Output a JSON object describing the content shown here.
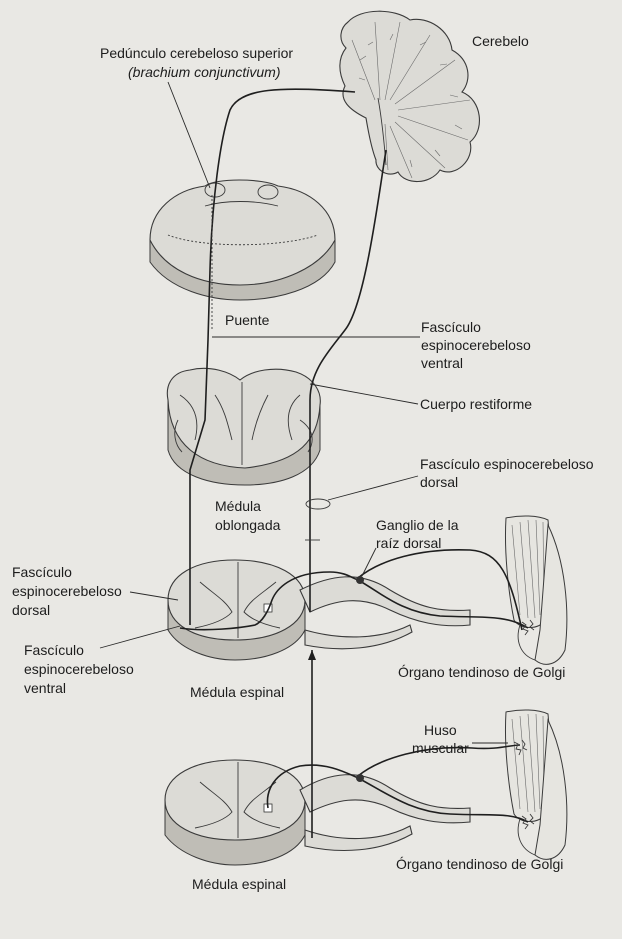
{
  "labels": {
    "cerebelo": "Cerebelo",
    "pedunculo_line1": "Pedúnculo cerebeloso superior",
    "pedunculo_line2": "(brachium conjunctivum)",
    "puente": "Puente",
    "fasciculo_ventral_right_1": "Fascículo",
    "fasciculo_ventral_right_2": "espinocerebeloso",
    "fasciculo_ventral_right_3": "ventral",
    "cuerpo_restiforme": "Cuerpo restiforme",
    "fasciculo_dorsal_right_1": "Fascículo espinocerebeloso",
    "fasciculo_dorsal_right_2": "dorsal",
    "medula_oblongada_1": "Médula",
    "medula_oblongada_2": "oblongada",
    "ganglio_1": "Ganglio de la",
    "ganglio_2": "raíz dorsal",
    "fasciculo_dorsal_left_1": "Fascículo",
    "fasciculo_dorsal_left_2": "espinocerebeloso",
    "fasciculo_dorsal_left_3": "dorsal",
    "fasciculo_ventral_left_1": "Fascículo",
    "fasciculo_ventral_left_2": "espinocerebeloso",
    "fasciculo_ventral_left_3": "ventral",
    "organo_golgi_top": "Órgano tendinoso de Golgi",
    "medula_espinal_top": "Médula espinal",
    "huso_1": "Huso",
    "huso_2": "muscular",
    "organo_golgi_bottom": "Órgano tendinoso de Golgi",
    "medula_espinal_bottom": "Médula espinal"
  },
  "colors": {
    "background": "#e9e8e4",
    "section_fill": "#dcdbd6",
    "tract_stroke": "#1f1f1f"
  }
}
